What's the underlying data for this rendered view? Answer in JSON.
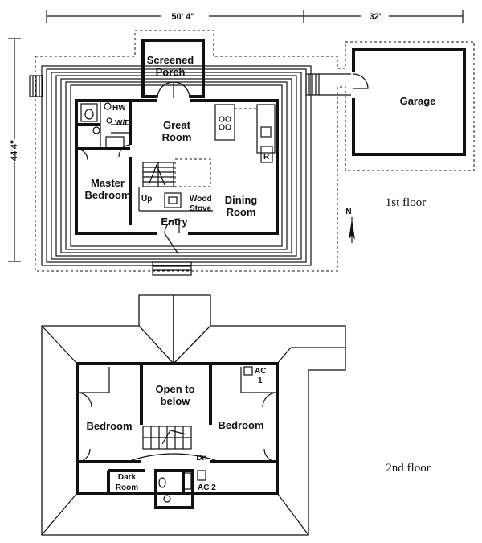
{
  "dimensions": {
    "width_main": "50' 4\"",
    "width_garage": "32'",
    "depth": "44'4\""
  },
  "first_floor": {
    "caption": "1st floor",
    "rooms": {
      "screened_porch": [
        "Screened",
        "Porch"
      ],
      "great_room": [
        "Great",
        "Room"
      ],
      "master_bedroom": [
        "Master",
        "Bedroom"
      ],
      "dining_room": [
        "Dining",
        "Room"
      ],
      "entry": "Entry",
      "garage": "Garage",
      "hw": "HW",
      "wd": "W/D",
      "up": "Up",
      "wood_stove": [
        "Wood",
        "Stove"
      ],
      "refrigerator": "R"
    },
    "north": "N"
  },
  "second_floor": {
    "caption": "2nd floor",
    "rooms": {
      "open_to_below": [
        "Open to",
        "below"
      ],
      "bedroom_left": "Bedroom",
      "bedroom_right": "Bedroom",
      "dark_room": [
        "Dark",
        "Room"
      ],
      "dn": "Dn",
      "ac1": [
        "AC",
        "1"
      ],
      "ac2": "AC 2"
    }
  }
}
